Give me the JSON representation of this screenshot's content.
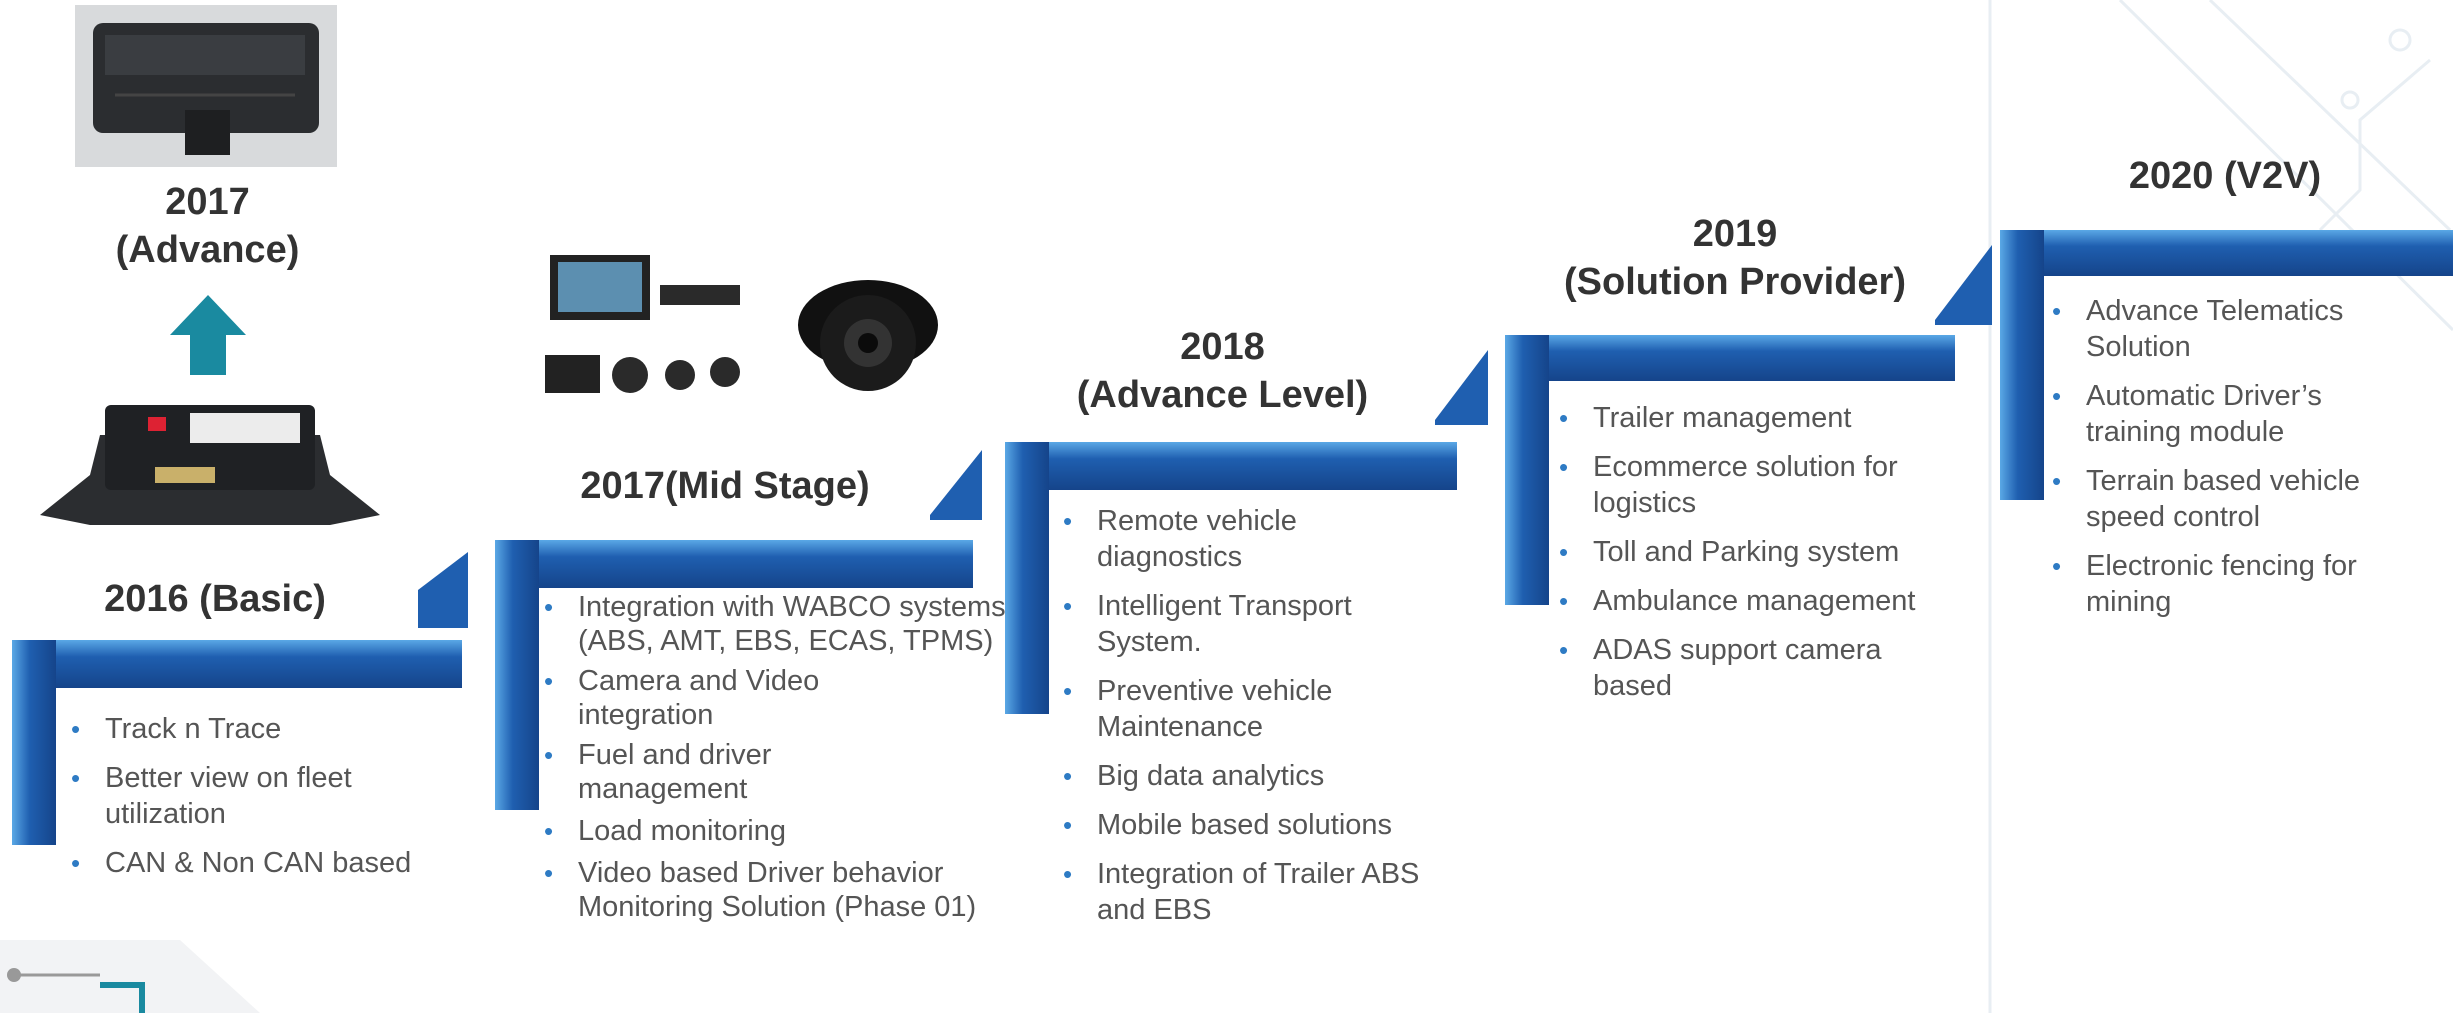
{
  "stages": [
    {
      "id": "2016",
      "heading": [
        "2016 (Basic)"
      ],
      "bullets": [
        "Track n Trace",
        "Better view on fleet utilization",
        "CAN & Non CAN based"
      ]
    },
    {
      "id": "2017-mid",
      "heading": [
        "2017(Mid Stage)"
      ],
      "bullets": [
        "Integration with WABCO systems (ABS, AMT, EBS, ECAS, TPMS)",
        "Camera and Video integration",
        "Fuel  and driver management",
        "Load monitoring",
        "Video based Driver behavior Monitoring Solution (Phase 01)"
      ]
    },
    {
      "id": "2018",
      "heading": [
        "2018",
        "(Advance Level)"
      ],
      "bullets": [
        "Remote  vehicle diagnostics",
        "Intelligent Transport System.",
        "Preventive vehicle Maintenance",
        "Big data analytics",
        "Mobile based solutions",
        "Integration of Trailer ABS and EBS"
      ]
    },
    {
      "id": "2019",
      "heading": [
        "2019",
        "(Solution Provider)"
      ],
      "bullets": [
        "Trailer management",
        "Ecommerce solution for logistics",
        "Toll and Parking  system",
        "Ambulance management",
        "ADAS support camera based"
      ]
    },
    {
      "id": "2020",
      "heading": [
        "2020 (V2V)"
      ],
      "bullets": [
        "Advance Telematics Solution",
        "Automatic Driver’s training module",
        "Terrain based vehicle speed control",
        "Electronic  fencing for mining"
      ]
    }
  ],
  "advance_2017": {
    "heading": [
      "2017",
      "(Advance)"
    ]
  },
  "colors": {
    "step_blue": "#1f5fb0",
    "step_light": "#5aa8e6",
    "arrow_teal": "#1a8aa0",
    "bullet": "#2e7bc4"
  },
  "icons": [
    "telematics-box-photo",
    "telematics-unit-photo",
    "camera-kit-photo",
    "dome-camera-photo",
    "up-arrow-icon",
    "circuit-decoration"
  ]
}
